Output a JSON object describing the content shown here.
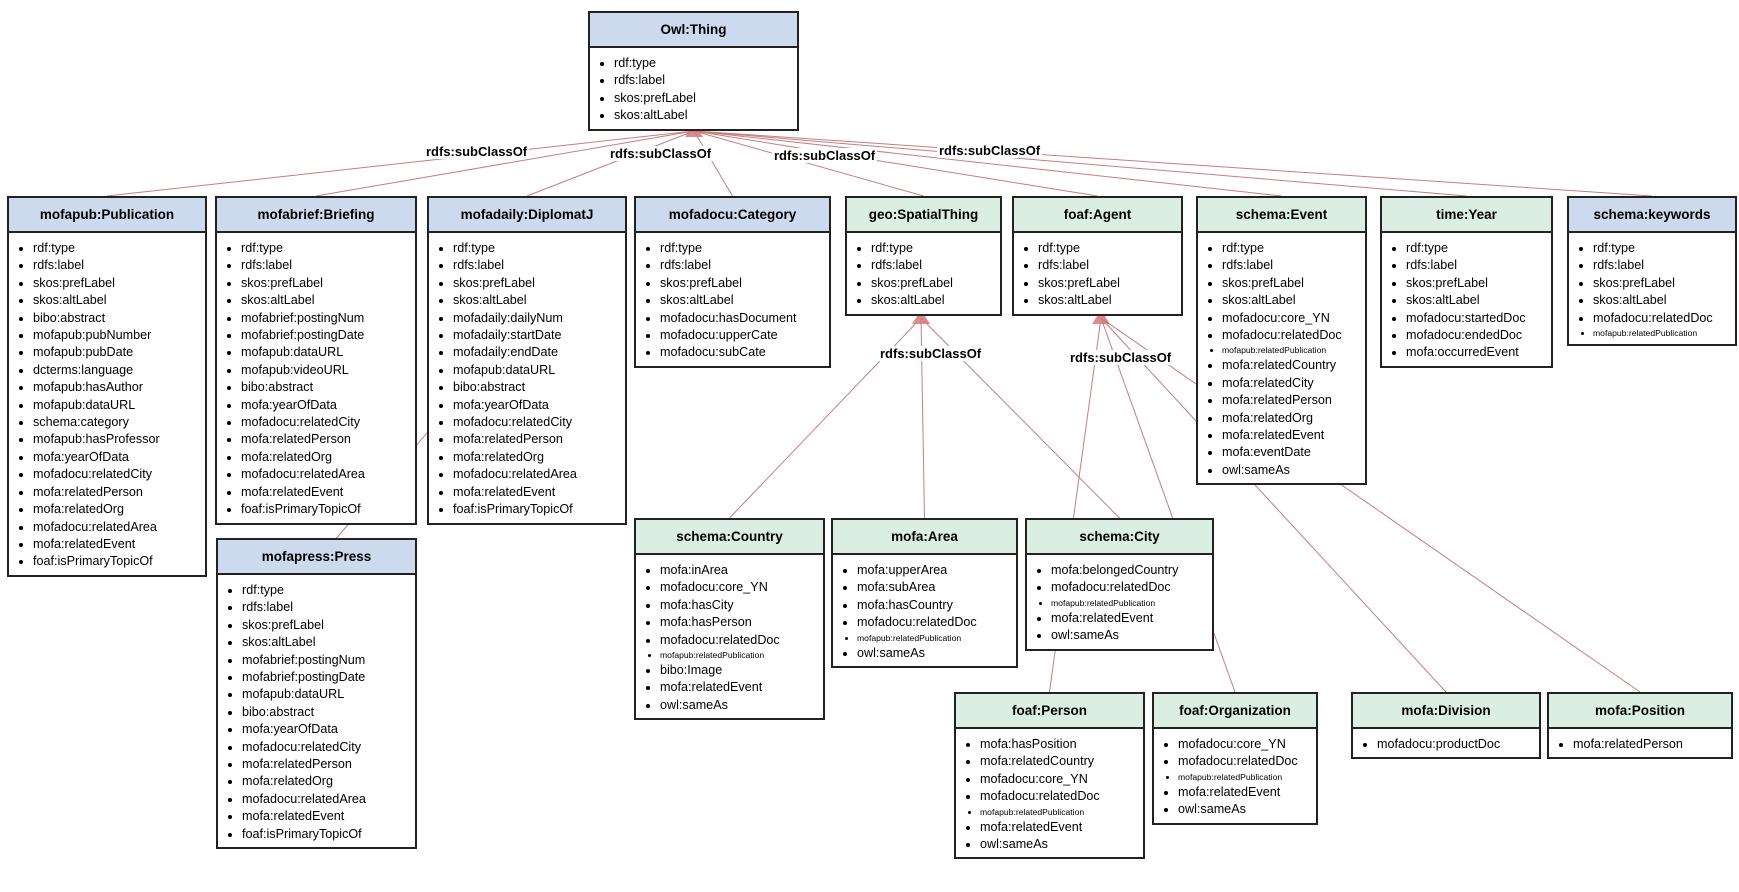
{
  "classes": [
    {
      "id": "thing",
      "title": "Owl:Thing",
      "theme": "blue",
      "props": [
        "rdf:type",
        "rdfs:label",
        "skos:prefLabel",
        "skos:altLabel"
      ]
    },
    {
      "id": "publication",
      "title": "mofapub:Publication",
      "theme": "blue",
      "props": [
        "rdf:type",
        "rdfs:label",
        "skos:prefLabel",
        "skos:altLabel",
        "bibo:abstract",
        "mofapub:pubNumber",
        "mofapub:pubDate",
        "dcterms:language",
        "mofapub:hasAuthor",
        "mofapub:dataURL",
        "schema:category",
        "mofapub:hasProfessor",
        "mofa:yearOfData",
        "mofadocu:relatedCity",
        "mofa:relatedPerson",
        "mofa:relatedOrg",
        "mofadocu:relatedArea",
        "mofa:relatedEvent",
        "foaf:isPrimaryTopicOf"
      ]
    },
    {
      "id": "briefing",
      "title": "mofabrief:Briefing",
      "theme": "blue",
      "props": [
        "rdf:type",
        "rdfs:label",
        "skos:prefLabel",
        "skos:altLabel",
        "mofabrief:postingNum",
        "mofabrief:postingDate",
        "mofapub:dataURL",
        "mofapub:videoURL",
        "bibo:abstract",
        "mofa:yearOfData",
        "mofadocu:relatedCity",
        "mofa:relatedPerson",
        "mofa:relatedOrg",
        "mofadocu:relatedArea",
        "mofa:relatedEvent",
        "foaf:isPrimaryTopicOf"
      ]
    },
    {
      "id": "press",
      "title": "mofapress:Press",
      "theme": "blue",
      "props": [
        "rdf:type",
        "rdfs:label",
        "skos:prefLabel",
        "skos:altLabel",
        "mofabrief:postingNum",
        "mofabrief:postingDate",
        "mofapub:dataURL",
        "bibo:abstract",
        "mofa:yearOfData",
        "mofadocu:relatedCity",
        "mofa:relatedPerson",
        "mofa:relatedOrg",
        "mofadocu:relatedArea",
        "mofa:relatedEvent",
        "foaf:isPrimaryTopicOf"
      ]
    },
    {
      "id": "daily",
      "title": "mofadaily:DiplomatJ",
      "theme": "blue",
      "props": [
        "rdf:type",
        "rdfs:label",
        "skos:prefLabel",
        "skos:altLabel",
        "mofadaily:dailyNum",
        "mofadaily:startDate",
        "mofadaily:endDate",
        "mofapub:dataURL",
        "bibo:abstract",
        "mofa:yearOfData",
        "mofadocu:relatedCity",
        "mofa:relatedPerson",
        "mofa:relatedOrg",
        "mofadocu:relatedArea",
        "mofa:relatedEvent",
        "foaf:isPrimaryTopicOf"
      ]
    },
    {
      "id": "category",
      "title": "mofadocu:Category",
      "theme": "blue",
      "props": [
        "rdf:type",
        "rdfs:label",
        "skos:prefLabel",
        "skos:altLabel",
        "mofadocu:hasDocument",
        "mofadocu:upperCate",
        "mofadocu:subCate"
      ]
    },
    {
      "id": "spatial",
      "title": "geo:SpatialThing",
      "theme": "green",
      "props": [
        "rdf:type",
        "rdfs:label",
        "skos:prefLabel",
        "skos:altLabel"
      ]
    },
    {
      "id": "agent",
      "title": "foaf:Agent",
      "theme": "green",
      "props": [
        "rdf:type",
        "rdfs:label",
        "skos:prefLabel",
        "skos:altLabel"
      ]
    },
    {
      "id": "event",
      "title": "schema:Event",
      "theme": "green",
      "props": [
        "rdf:type",
        "rdfs:label",
        "skos:prefLabel",
        "skos:altLabel",
        "mofadocu:core_YN",
        "mofadocu:relatedDoc",
        {
          "text": "mofapub:relatedPublication",
          "small": true
        },
        "mofa:relatedCountry",
        "mofa:relatedCity",
        "mofa:relatedPerson",
        "mofa:relatedOrg",
        "mofa:relatedEvent",
        "mofa:eventDate",
        "owl:sameAs"
      ]
    },
    {
      "id": "year",
      "title": "time:Year",
      "theme": "green",
      "props": [
        "rdf:type",
        "rdfs:label",
        "skos:prefLabel",
        "skos:altLabel",
        "mofadocu:startedDoc",
        "mofadocu:endedDoc",
        "mofa:occurredEvent"
      ]
    },
    {
      "id": "keywords",
      "title": "schema:keywords",
      "theme": "blue",
      "props": [
        "rdf:type",
        "rdfs:label",
        "skos:prefLabel",
        "skos:altLabel",
        "mofadocu:relatedDoc",
        {
          "text": "mofapub:relatedPublication",
          "small": true
        }
      ]
    },
    {
      "id": "country",
      "title": "schema:Country",
      "theme": "green",
      "props": [
        "mofa:inArea",
        "mofadocu:core_YN",
        "mofa:hasCity",
        "mofa:hasPerson",
        "mofadocu:relatedDoc",
        {
          "text": "mofapub:relatedPublication",
          "small": true
        },
        "bibo:Image",
        "mofa:relatedEvent",
        "owl:sameAs"
      ]
    },
    {
      "id": "area",
      "title": "mofa:Area",
      "theme": "green",
      "props": [
        "mofa:upperArea",
        "mofa:subArea",
        "mofa:hasCountry",
        "mofadocu:relatedDoc",
        {
          "text": "mofapub:relatedPublication",
          "small": true
        },
        "owl:sameAs"
      ]
    },
    {
      "id": "city",
      "title": "schema:City",
      "theme": "green",
      "props": [
        "mofa:belongedCountry",
        "mofadocu:relatedDoc",
        {
          "text": "mofapub:relatedPublication",
          "small": true
        },
        "mofa:relatedEvent",
        "owl:sameAs"
      ]
    },
    {
      "id": "person",
      "title": "foaf:Person",
      "theme": "green",
      "props": [
        "mofa:hasPosition",
        "mofa:relatedCountry",
        "mofadocu:core_YN",
        "mofadocu:relatedDoc",
        {
          "text": "mofapub:relatedPublication",
          "small": true
        },
        "mofa:relatedEvent",
        "owl:sameAs"
      ]
    },
    {
      "id": "organization",
      "title": "foaf:Organization",
      "theme": "green",
      "props": [
        "mofadocu:core_YN",
        "mofadocu:relatedDoc",
        {
          "text": "mofapub:relatedPublication",
          "small": true
        },
        "mofa:relatedEvent",
        "owl:sameAs"
      ]
    },
    {
      "id": "division",
      "title": "mofa:Division",
      "theme": "green",
      "props": [
        "mofadocu:productDoc"
      ]
    },
    {
      "id": "position",
      "title": "mofa:Position",
      "theme": "green",
      "props": [
        "mofa:relatedPerson"
      ]
    }
  ],
  "relations": [
    {
      "from": "publication",
      "to": "thing"
    },
    {
      "from": "briefing",
      "to": "thing"
    },
    {
      "from": "daily",
      "to": "thing"
    },
    {
      "from": "category",
      "to": "thing"
    },
    {
      "from": "spatial",
      "to": "thing"
    },
    {
      "from": "agent",
      "to": "thing"
    },
    {
      "from": "event",
      "to": "thing"
    },
    {
      "from": "year",
      "to": "thing"
    },
    {
      "from": "keywords",
      "to": "thing"
    },
    {
      "from": "press",
      "to": "daily"
    },
    {
      "from": "country",
      "to": "spatial"
    },
    {
      "from": "area",
      "to": "spatial"
    },
    {
      "from": "city",
      "to": "spatial"
    },
    {
      "from": "person",
      "to": "agent"
    },
    {
      "from": "organization",
      "to": "agent"
    },
    {
      "from": "division",
      "to": "agent"
    },
    {
      "from": "position",
      "to": "agent"
    }
  ],
  "edge_labels": [
    "rdfs:subClassOf",
    "rdfs:subClassOf",
    "rdfs:subClassOf",
    "rdfs:subClassOf",
    "rdfs:subClassOf",
    "rdfs:subClassOf"
  ],
  "colors": {
    "header_blue": "#cdd9ec",
    "header_green": "#dbeee3",
    "edge": "#c77d7d",
    "arrowhead": "#d98c8c",
    "border": "#222222"
  }
}
